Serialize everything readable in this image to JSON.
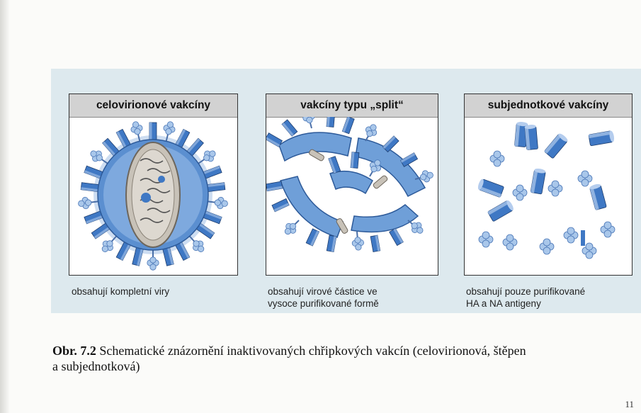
{
  "panels": [
    {
      "title": "celovirionové vakcíny",
      "caption_lines": [
        "obsahují kompletní viry"
      ]
    },
    {
      "title": "vakcíny typu „split“",
      "caption_lines": [
        "obsahují virové částice ve",
        "vysoce purifikované formě"
      ]
    },
    {
      "title": "subjednotkové vakcíny",
      "caption_lines": [
        "obsahují pouze purifikované",
        "HA a NA antigeny"
      ]
    }
  ],
  "figure_caption": {
    "label": "Obr. 7.2",
    "line1": "Schematické znázornění inaktivovaných chřipkových vakcín (celovirionová, štěpen",
    "line2": "a subjednotková)"
  },
  "page_number": "11",
  "colors": {
    "band": "#dde9ee",
    "spike_blue": "#3f78c4",
    "spike_light": "#a9c7ea",
    "membrane": "#c8c2b8"
  },
  "icons": [
    "whole-virion-icon",
    "split-virion-icon",
    "subunit-antigens-icon"
  ]
}
